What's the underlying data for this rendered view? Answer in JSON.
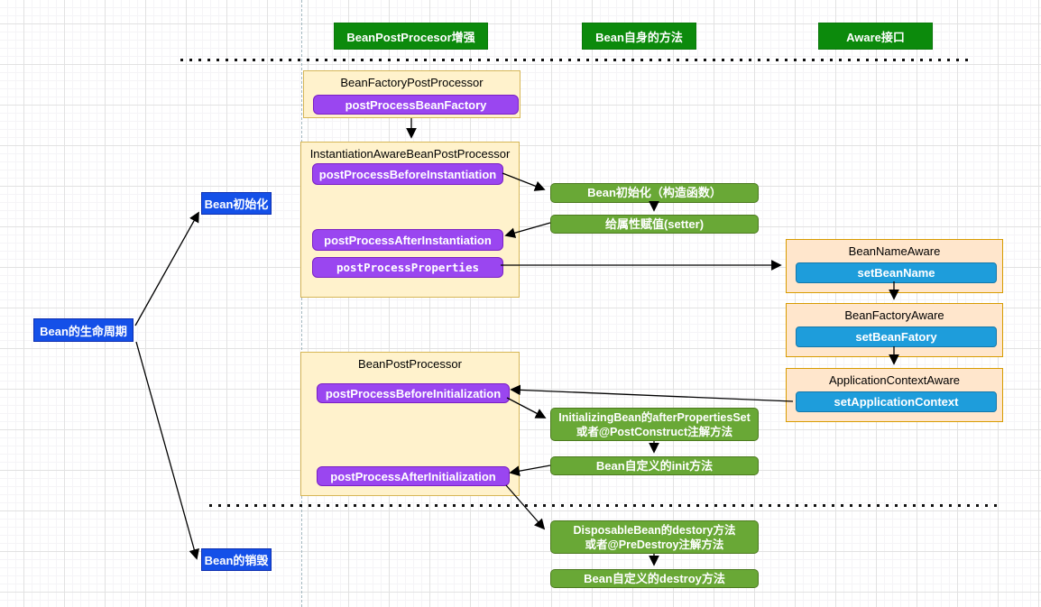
{
  "diagram": {
    "headers": {
      "post_processor": "BeanPostProcesor增强",
      "bean_methods": "Bean自身的方法",
      "aware": "Aware接口"
    },
    "left_nodes": {
      "lifecycle": "Bean的生命周期",
      "init": "Bean初始化",
      "destroy": "Bean的销毁"
    },
    "bean_factory_post_processor": {
      "title": "BeanFactoryPostProcessor",
      "method": "postProcessBeanFactory"
    },
    "instantiation_aware": {
      "title": "InstantiationAwareBeanPostProcessor",
      "before_instantiation": "postProcessBeforeInstantiation",
      "after_instantiation": "postProcessAfterInstantiation",
      "properties": "postProcessProperties"
    },
    "bean_post_processor": {
      "title": "BeanPostProcessor",
      "before_initialization": "postProcessBeforeInitialization",
      "after_initialization": "postProcessAfterInitialization"
    },
    "lifecycle_steps": {
      "constructor": "Bean初始化（构造函数）",
      "setter": "给属性赋值(setter)",
      "after_properties_line1": "InitializingBean的afterPropertiesSet",
      "after_properties_line2": "或者@PostConstruct注解方法",
      "custom_init": "Bean自定义的init方法",
      "destroy_cb_line1": "DisposableBean的destory方法",
      "destroy_cb_line2": "或者@PreDestroy注解方法",
      "custom_destroy": "Bean自定义的destroy方法"
    },
    "aware_interfaces": {
      "bean_name": {
        "title": "BeanNameAware",
        "method": "setBeanName"
      },
      "bean_factory": {
        "title": "BeanFactoryAware",
        "method": "setBeanFatory"
      },
      "application_context": {
        "title": "ApplicationContextAware",
        "method": "setApplicationContext"
      }
    },
    "colors": {
      "header_green": "#0c8a0c",
      "step_green": "#69a836",
      "method_purple": "#9a46f0",
      "aware_blue": "#1e9ddb",
      "node_blue": "#1450e8",
      "panel_yellow": "#fff2cc",
      "panel_orange": "#ffe6cc"
    }
  }
}
